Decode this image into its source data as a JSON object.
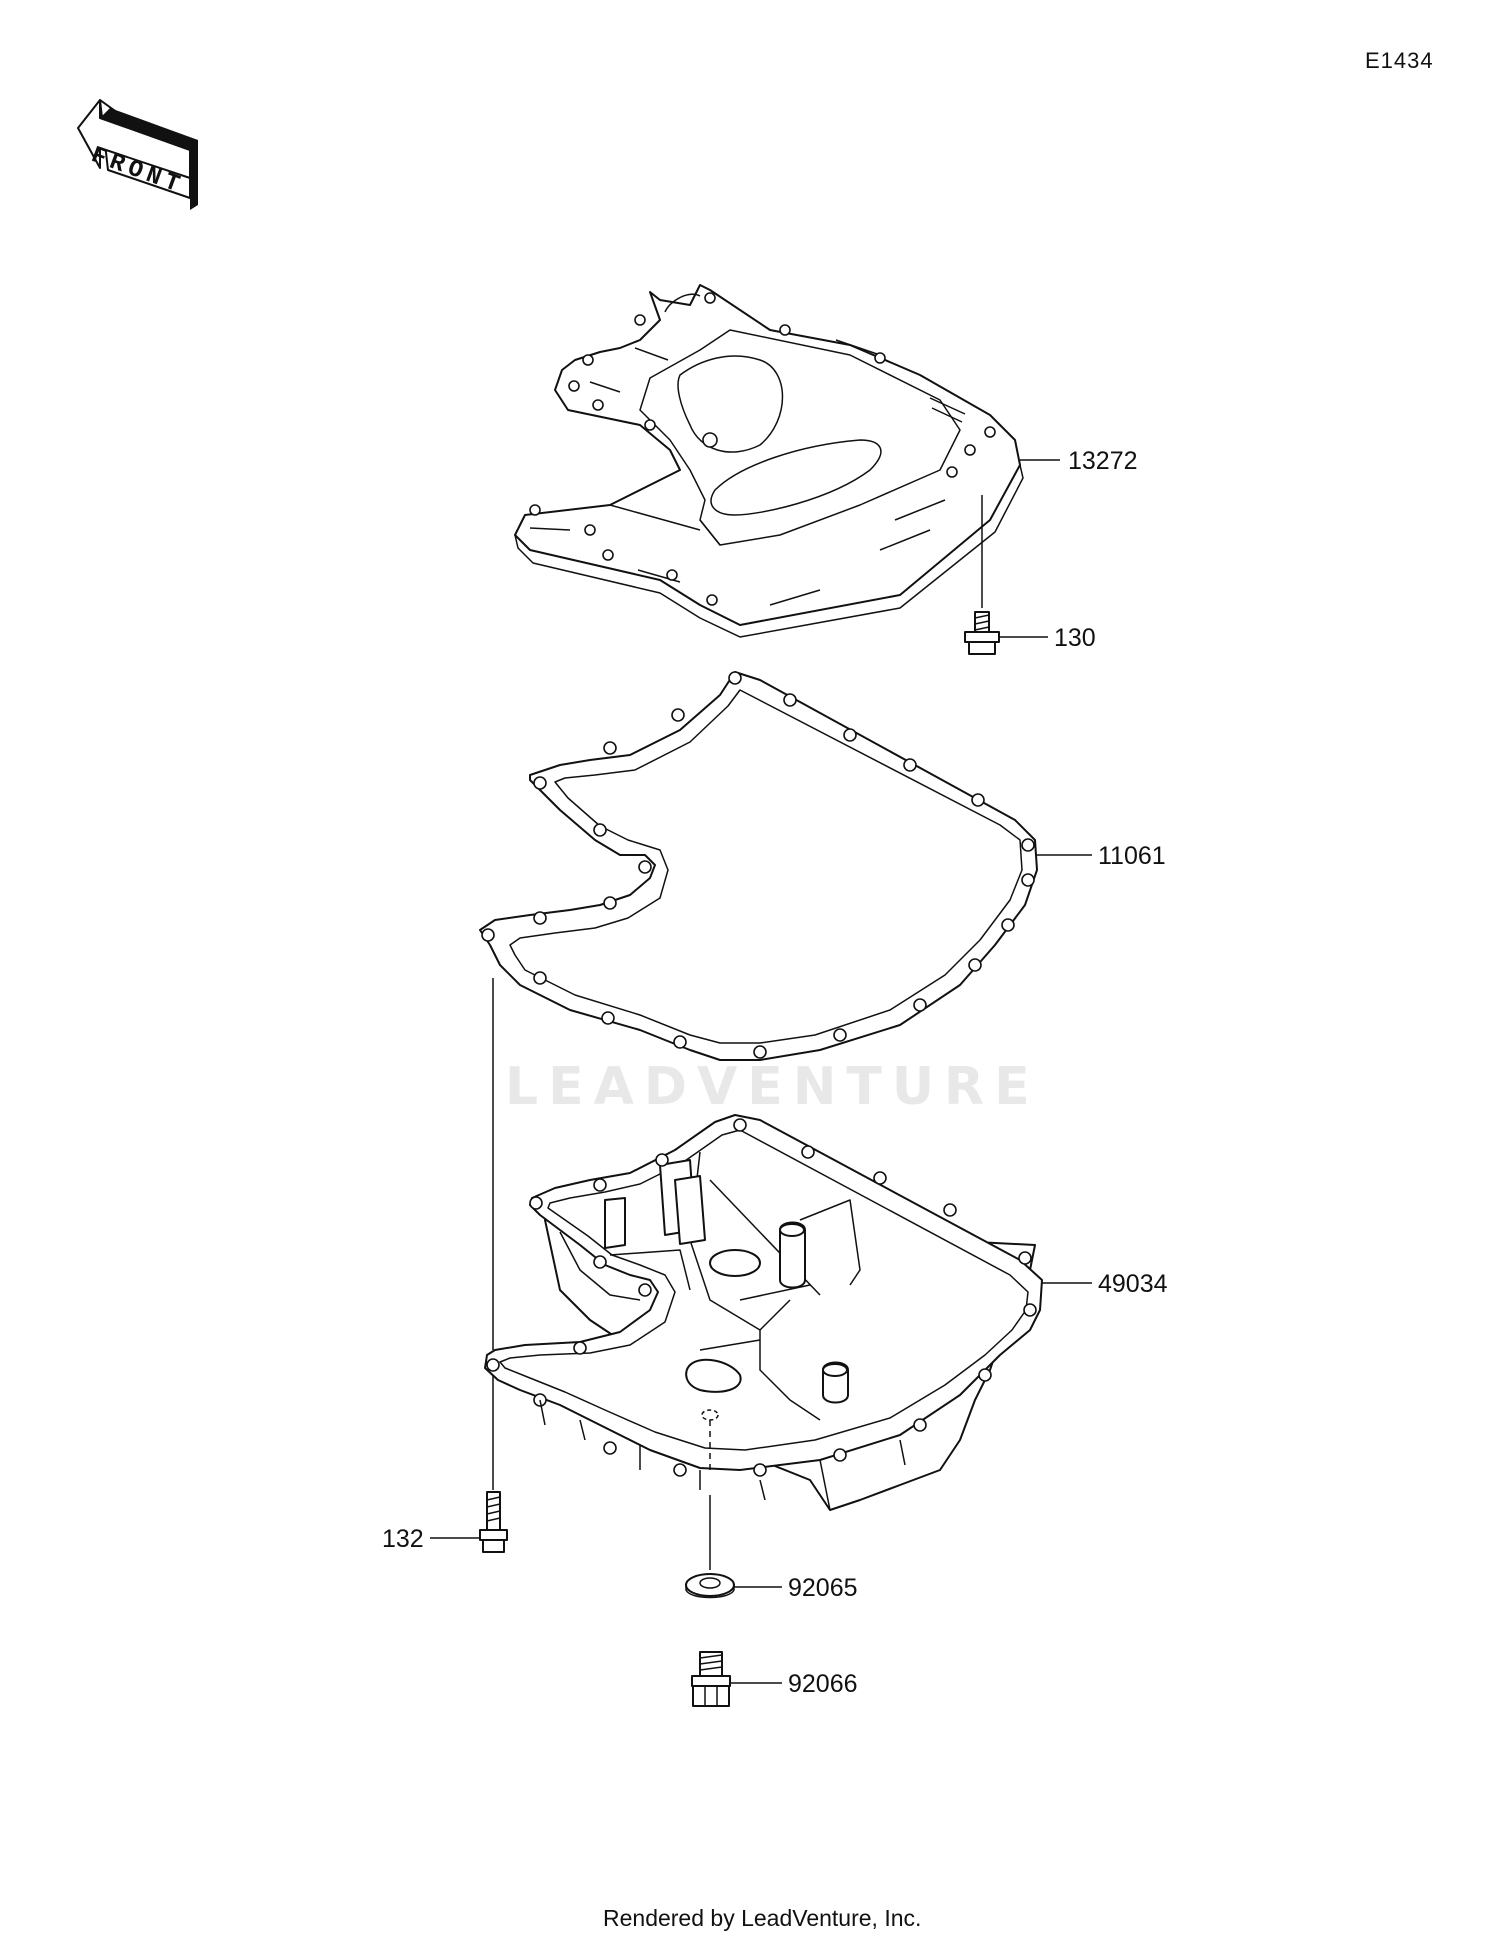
{
  "diagram": {
    "code": "E1434",
    "front_label": "FRONT",
    "watermark": "LEADVENTURE",
    "footer": "Rendered by LeadVenture, Inc."
  },
  "callouts": [
    {
      "id": "p13272",
      "label": "13272"
    },
    {
      "id": "p130",
      "label": "130"
    },
    {
      "id": "p11061",
      "label": "11061"
    },
    {
      "id": "p49034",
      "label": "49034"
    },
    {
      "id": "p132",
      "label": "132"
    },
    {
      "id": "p92065",
      "label": "92065"
    },
    {
      "id": "p92066",
      "label": "92066"
    }
  ]
}
